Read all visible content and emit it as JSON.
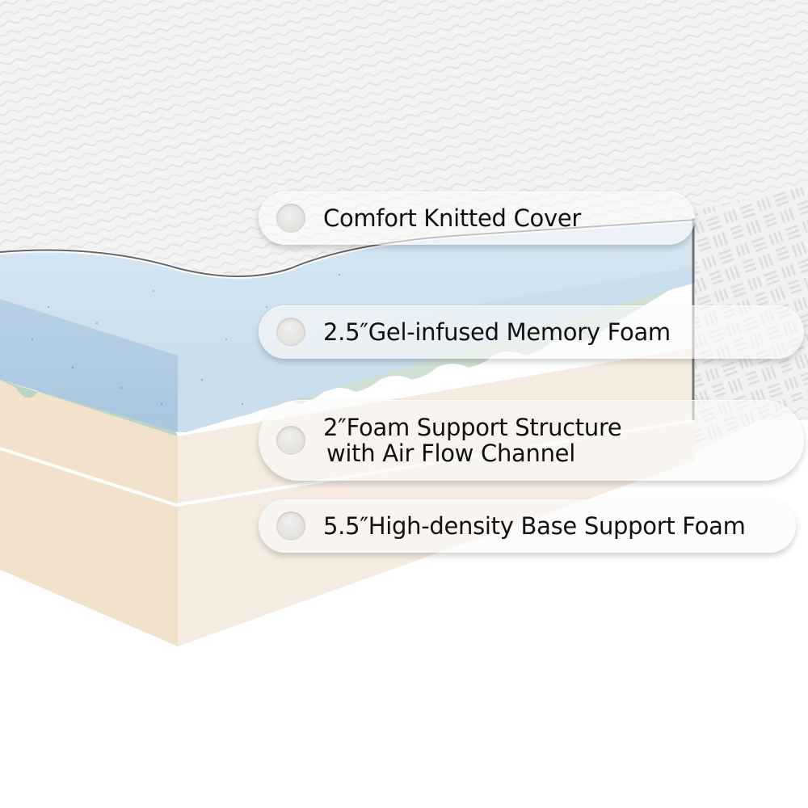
{
  "product": {
    "type": "mattress",
    "layers": [
      {
        "id": "cover",
        "label": "Comfort Knitted Cover",
        "color": "#f4f4f4"
      },
      {
        "id": "gel-memory-foam",
        "label": "2.5″Gel-infused Memory Foam",
        "color": "#c9dcec"
      },
      {
        "id": "support-structure",
        "label_line1": "2″Foam Support Structure",
        "label_line2": "with Air Flow Channel",
        "color": "#f2e6d6"
      },
      {
        "id": "base-foam",
        "label": "5.5″High-density Base Support Foam",
        "color": "#f3e7d6"
      }
    ]
  },
  "icons": {
    "bullet": "circle-bullet-icon"
  }
}
